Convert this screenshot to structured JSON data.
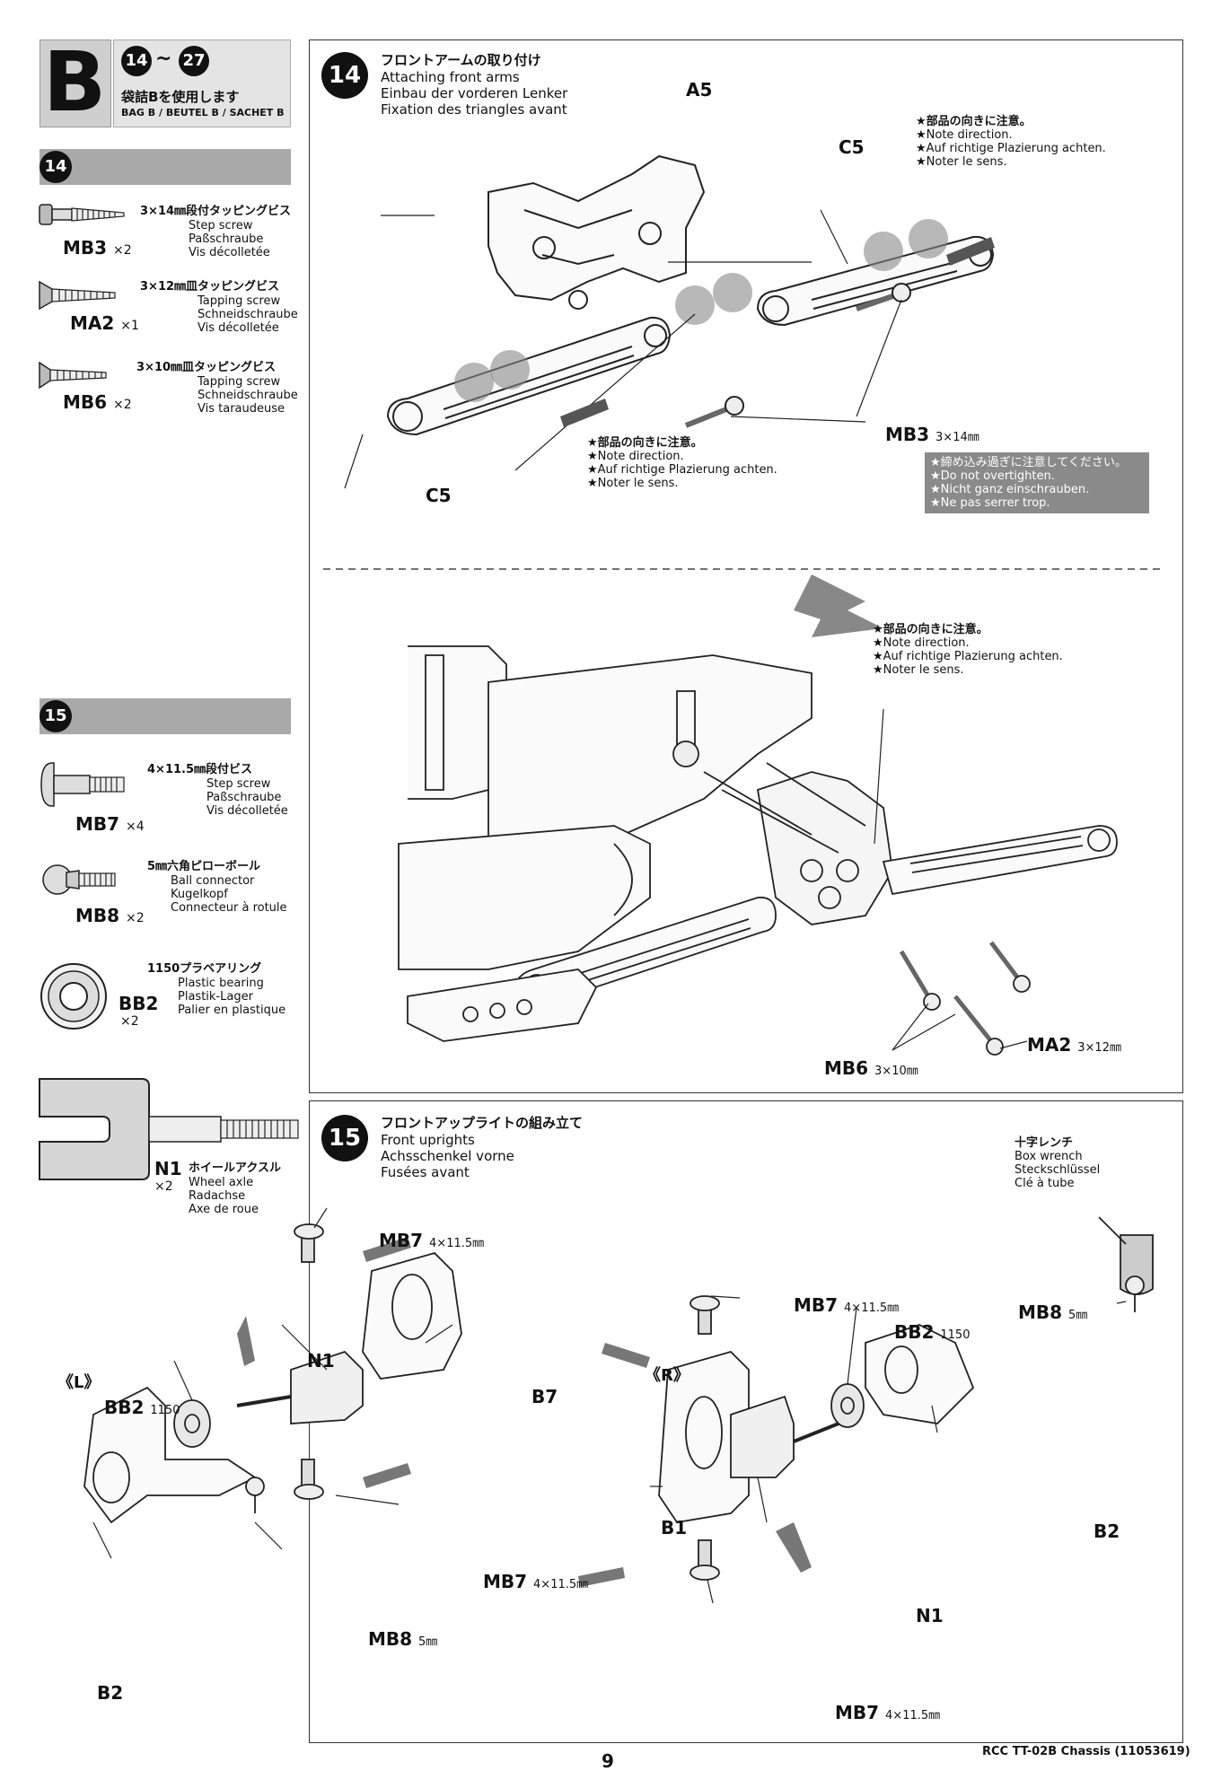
{
  "bag": {
    "letter": "B",
    "range_from": "14",
    "range_to": "27",
    "use_jp": "袋詰Bを使用します",
    "use_multi": "BAG B / BEUTEL B / SACHET B"
  },
  "step14_parts": {
    "step": "14",
    "items": [
      {
        "code": "MB3",
        "qty": "×2",
        "jp": "3×14㎜段付タッピングビス",
        "en": "Step screw",
        "de": "Paßschraube",
        "fr": "Vis décolletée"
      },
      {
        "code": "MA2",
        "qty": "×1",
        "jp": "3×12㎜皿タッピングビス",
        "en": "Tapping screw",
        "de": "Schneidschraube",
        "fr": "Vis décolletée"
      },
      {
        "code": "MB6",
        "qty": "×2",
        "jp": "3×10㎜皿タッピングビス",
        "en": "Tapping screw",
        "de": "Schneidschraube",
        "fr": "Vis taraudeuse"
      }
    ]
  },
  "step15_parts": {
    "step": "15",
    "items": [
      {
        "code": "MB7",
        "qty": "×4",
        "jp": "4×11.5㎜段付ビス",
        "en": "Step screw",
        "de": "Paßschraube",
        "fr": "Vis décolletée"
      },
      {
        "code": "MB8",
        "qty": "×2",
        "jp": "5㎜六角ピローボール",
        "en": "Ball connector",
        "de": "Kugelkopf",
        "fr": "Connecteur à rotule"
      },
      {
        "code": "BB2",
        "qty": "×2",
        "jp": "1150プラベアリング",
        "en": "Plastic bearing",
        "de": "Plastik-Lager",
        "fr": "Palier en plastique"
      },
      {
        "code": "N1",
        "qty": "×2",
        "jp": "ホイールアクスル",
        "en": "Wheel axle",
        "de": "Radachse",
        "fr": "Axe de roue"
      }
    ]
  },
  "step14": {
    "number": "14",
    "title_jp": "フロントアームの取り付け",
    "title_en": "Attaching front arms",
    "title_de": "Einbau der vorderen Lenker",
    "title_fr": "Fixation des triangles avant",
    "labels": {
      "a5": "A5",
      "c5_top": "C5",
      "c5_bottom": "C5",
      "mb3": "MB3",
      "mb3_size": "3×14㎜",
      "mb6": "MB6",
      "mb6_size": "3×10㎜",
      "ma2": "MA2",
      "ma2_size": "3×12㎜"
    },
    "note": {
      "jp": "★部品の向きに注意。",
      "en": "★Note direction.",
      "de": "★Auf richtige Plazierung achten.",
      "fr": "★Noter le sens."
    },
    "warning": {
      "jp": "★締め込み過ぎに注意してください。",
      "en": "★Do not overtighten.",
      "de": "★Nicht ganz einschrauben.",
      "fr": "★Ne pas serrer trop."
    }
  },
  "step15": {
    "number": "15",
    "title_jp": "フロントアップライトの組み立て",
    "title_en": "Front uprights",
    "title_de": "Achsschenkel vorne",
    "title_fr": "Fusées avant",
    "tool": {
      "jp": "十字レンチ",
      "en": "Box wrench",
      "de": "Steckschlüssel",
      "fr": "Clé à tube"
    },
    "left": {
      "side": "《L》",
      "mb7_top": "MB7",
      "mb7_top_size": "4×11.5㎜",
      "n1": "N1",
      "b7": "B7",
      "bb2": "BB2",
      "bb2_size": "1150",
      "mb7_bottom": "MB7",
      "mb7_bottom_size": "4×11.5㎜",
      "mb8": "MB8",
      "mb8_size": "5㎜",
      "b2": "B2"
    },
    "right": {
      "side": "《R》",
      "mb7_top": "MB7",
      "mb7_top_size": "4×11.5㎜",
      "bb2": "BB2",
      "bb2_size": "1150",
      "mb8": "MB8",
      "mb8_size": "5㎜",
      "b1": "B1",
      "b2": "B2",
      "n1": "N1",
      "mb7_bottom": "MB7",
      "mb7_bottom_size": "4×11.5㎜"
    }
  },
  "footer": {
    "page": "9",
    "doc": "RCC TT-02B Chassis (11053619)"
  }
}
